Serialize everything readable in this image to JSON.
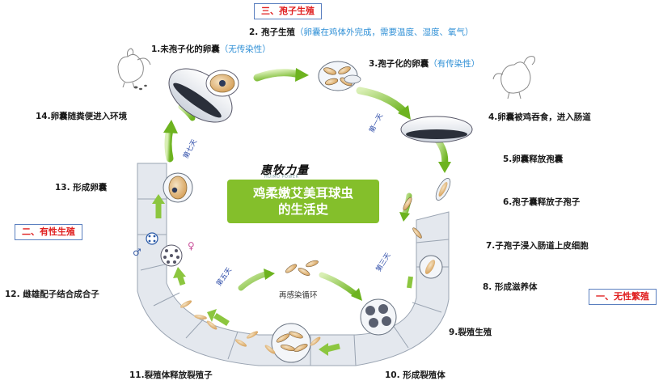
{
  "diagram": {
    "title_lines": [
      "鸡柔嫩艾美耳球虫",
      "的生活史"
    ],
    "brand": "惠牧力量",
    "brand_sub": "HUIMU POWER",
    "stages": {
      "spore": "三、孢子生殖",
      "sexual": "二、有性生殖",
      "asexual": "一、无性繁殖"
    },
    "steps": [
      {
        "num": "1.",
        "text": "未孢子化的卵囊",
        "note": "（无传染性）"
      },
      {
        "num": "2. ",
        "text": "孢子生殖",
        "note": "（卵囊在鸡体外完成，需要温度、湿度、氧气）"
      },
      {
        "num": "3.",
        "text": "孢子化的卵囊",
        "note": "（有传染性）"
      },
      {
        "num": "4.",
        "text": "卵囊被鸡吞食，进入肠道",
        "note": ""
      },
      {
        "num": "5.",
        "text": "卵囊释放孢囊",
        "note": ""
      },
      {
        "num": "6.",
        "text": "孢子囊释放子孢子",
        "note": ""
      },
      {
        "num": "7.",
        "text": "子孢子浸入肠道上皮细胞",
        "note": ""
      },
      {
        "num": "8. ",
        "text": "形成滋养体",
        "note": ""
      },
      {
        "num": "9.",
        "text": "裂殖生殖",
        "note": ""
      },
      {
        "num": "10. ",
        "text": "形成裂殖体",
        "note": ""
      },
      {
        "num": "11.",
        "text": "裂殖体释放裂殖子",
        "note": ""
      },
      {
        "num": "12. ",
        "text": "雌雄配子结合成合子",
        "note": ""
      },
      {
        "num": "13. ",
        "text": "形成卵囊",
        "note": ""
      },
      {
        "num": "14.",
        "text": "卵囊随粪便进入环境",
        "note": ""
      }
    ],
    "day_labels": {
      "day1": "第一天",
      "day3": "第三天",
      "day5": "第五天",
      "day7": "第七天"
    },
    "reinfection": "再感染循环",
    "symbols": {
      "male": "♂",
      "female": "♀"
    },
    "icons": [
      "chicken-icon",
      "oocyst-icon",
      "sporocyst-icon",
      "sporozoite-icon",
      "merozoite-icon",
      "gamete-icon",
      "arrow-icon"
    ],
    "colors": {
      "title_green": "#84bf2b",
      "arrow_green": "#8cc63f",
      "note_blue": "#2e8fd6",
      "stage_red": "#e02020",
      "oocyst_orange": "#d9a35a",
      "ring_gray": "#dfe3ea"
    }
  }
}
